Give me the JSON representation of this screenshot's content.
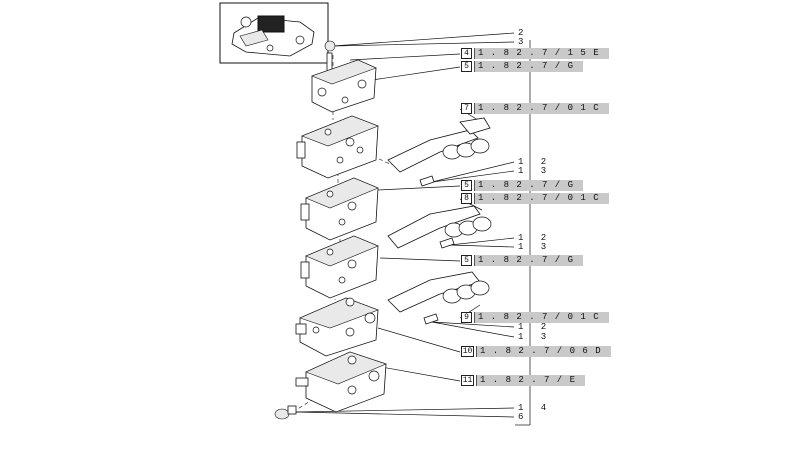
{
  "callouts": [
    {
      "id": "c2",
      "text": "2"
    },
    {
      "id": "c3",
      "text": "3"
    },
    {
      "id": "c12a",
      "text": "1 2"
    },
    {
      "id": "c13a",
      "text": "1 3"
    },
    {
      "id": "c12b",
      "text": "1 2"
    },
    {
      "id": "c13b",
      "text": "1 3"
    },
    {
      "id": "c12c",
      "text": "1 2"
    },
    {
      "id": "c13c",
      "text": "1 3"
    },
    {
      "id": "c14",
      "text": "1 4"
    },
    {
      "id": "c6",
      "text": "6"
    }
  ],
  "references": [
    {
      "index": "4",
      "code": "1.82.7/15E"
    },
    {
      "index": "5",
      "code": "1.82.7/G"
    },
    {
      "index": "7",
      "code": "1.82.7/01C"
    },
    {
      "index": "5",
      "code": "1.82.7/G"
    },
    {
      "index": "8",
      "code": "1.82.7/01C"
    },
    {
      "index": "5",
      "code": "1.82.7/G"
    },
    {
      "index": "9",
      "code": "1.82.7/01C"
    },
    {
      "index": "10",
      "code": "1.82.7/06D"
    },
    {
      "index": "11",
      "code": "1.82.7/E"
    }
  ],
  "colors": {
    "line": "#111111",
    "ref_fill": "#c9c9c9",
    "background": "#ffffff"
  }
}
